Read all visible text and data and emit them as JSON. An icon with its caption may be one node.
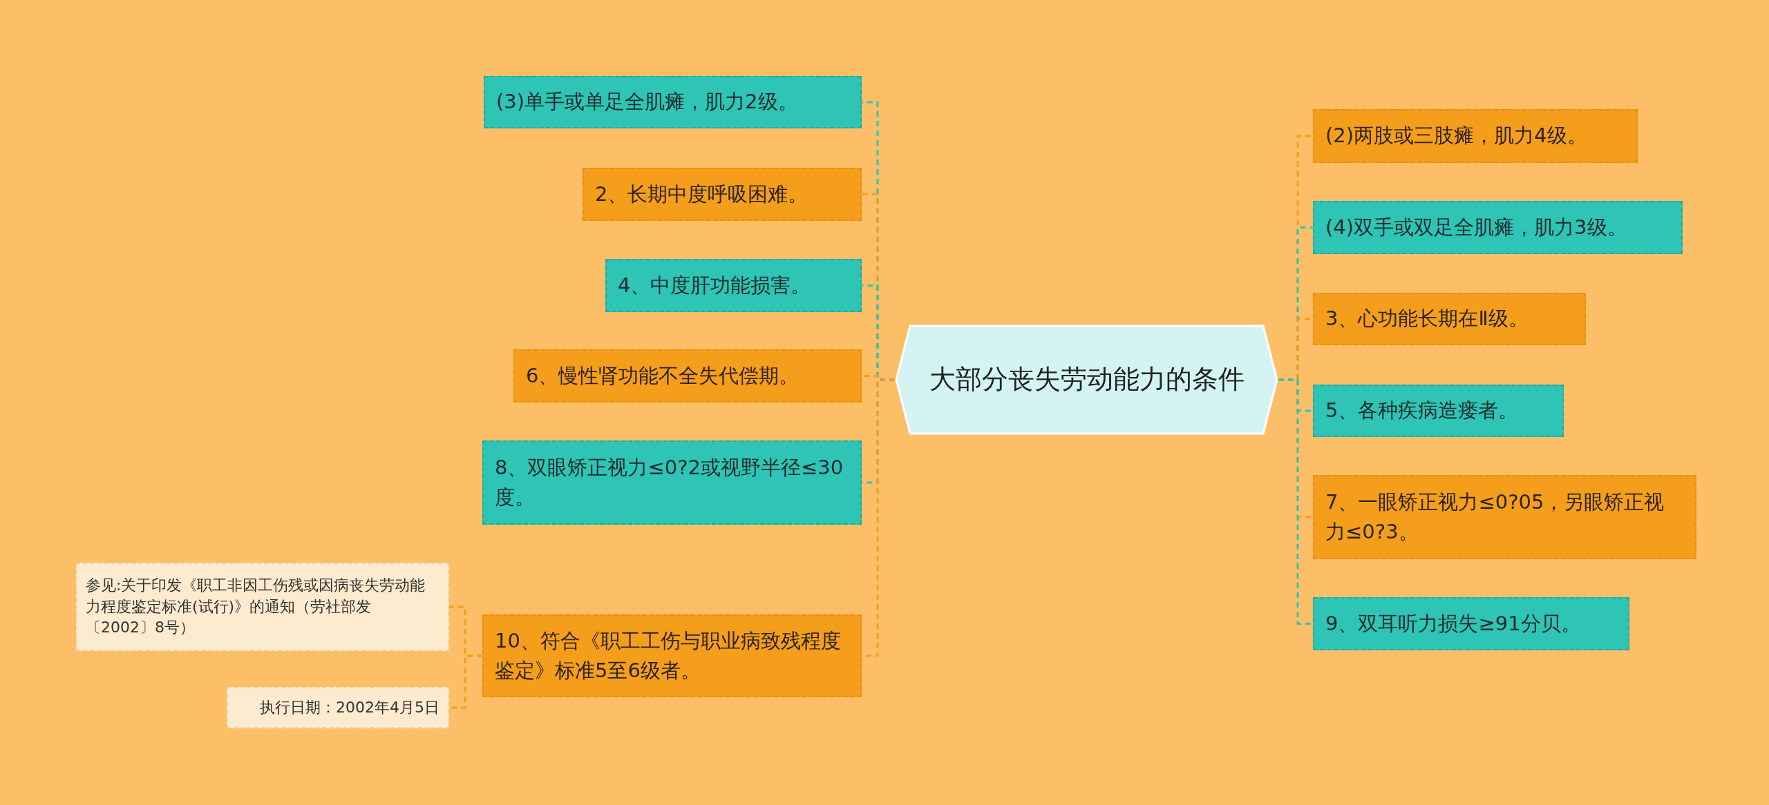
{
  "diagram": {
    "nodes": [
      {
        "text": [
          "大部分丧失劳动能力的条件"
        ]
      },
      {
        "text": [
          "(3)单手或单足全肌瘫，肌力2级。"
        ]
      },
      {
        "text": [
          "2、长期中度呼吸困难。"
        ]
      },
      {
        "text": [
          "4、中度肝功能损害。"
        ]
      },
      {
        "text": [
          "6、慢性肾功能不全失代偿期。"
        ]
      },
      {
        "text": [
          "8、双眼矫正视力≤0?2或视野半径≤30度。"
        ]
      },
      {
        "text": [
          "10、符合《职工工伤与职业病致残程度鉴定》标准5至6级者。"
        ]
      },
      {
        "text": [
          "参见:关于印发《职工非因工伤残或因病丧失劳动能力程度鉴定标准(试行)》的通知（劳社部发〔2002〕8号）"
        ]
      },
      {
        "text": [
          "执行日期：2002年4月5日"
        ]
      },
      {
        "text": [
          "(2)两肢或三肢瘫，肌力4级。"
        ]
      },
      {
        "text": [
          "(4)双手或双足全肌瘫，肌力3级。"
        ]
      },
      {
        "text": [
          "3、心功能长期在Ⅱ级。"
        ]
      },
      {
        "text": [
          "5、各种疾病造瘘者。"
        ]
      },
      {
        "text": [
          "7、一眼矫正视力≤0?05，另眼矫正视力≤0?3。"
        ]
      },
      {
        "text": [
          "9、双耳听力损失≥91分贝。"
        ]
      }
    ],
    "edges": [
      {
        "from": 0,
        "to": 1,
        "arrow": "none",
        "style": "dashed",
        "color": "#2ec4b6"
      },
      {
        "from": 0,
        "to": 2,
        "arrow": "none",
        "style": "dashed",
        "color": "#f59e1b"
      },
      {
        "from": 0,
        "to": 3,
        "arrow": "none",
        "style": "dashed",
        "color": "#2ec4b6"
      },
      {
        "from": 0,
        "to": 4,
        "arrow": "none",
        "style": "dashed",
        "color": "#f59e1b"
      },
      {
        "from": 0,
        "to": 5,
        "arrow": "none",
        "style": "dashed",
        "color": "#2ec4b6"
      },
      {
        "from": 0,
        "to": 6,
        "arrow": "none",
        "style": "dashed",
        "color": "#f59e1b"
      },
      {
        "from": 6,
        "to": 7,
        "arrow": "none",
        "style": "dashed",
        "color": "#f59e1b"
      },
      {
        "from": 6,
        "to": 8,
        "arrow": "none",
        "style": "dashed",
        "color": "#f59e1b"
      },
      {
        "from": 0,
        "to": 9,
        "arrow": "none",
        "style": "dashed",
        "color": "#f59e1b"
      },
      {
        "from": 0,
        "to": 10,
        "arrow": "none",
        "style": "dashed",
        "color": "#2ec4b6"
      },
      {
        "from": 0,
        "to": 11,
        "arrow": "none",
        "style": "dashed",
        "color": "#f59e1b"
      },
      {
        "from": 0,
        "to": 12,
        "arrow": "none",
        "style": "dashed",
        "color": "#2ec4b6"
      },
      {
        "from": 0,
        "to": 13,
        "arrow": "none",
        "style": "dashed",
        "color": "#f59e1b"
      },
      {
        "from": 0,
        "to": 14,
        "arrow": "none",
        "style": "dashed",
        "color": "#2ec4b6"
      }
    ]
  }
}
